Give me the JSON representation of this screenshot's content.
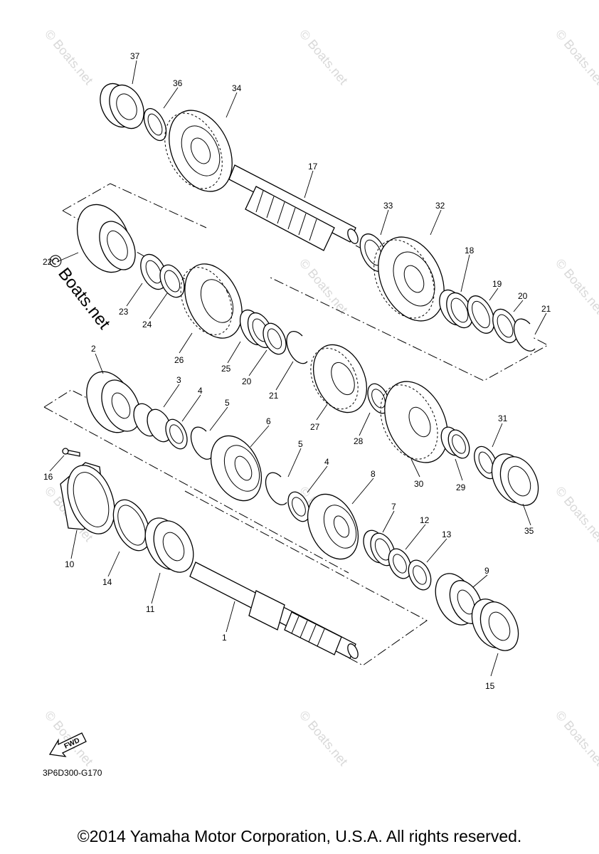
{
  "watermark": {
    "text": "© Boats.net"
  },
  "diagram_code": "3P6D300-G170",
  "fwd_label": "FWD",
  "copyright": "©2014 Yamaha Motor Corporation, U.S.A. All rights reserved.",
  "callouts": {
    "c1": "1",
    "c2": "2",
    "c3": "3",
    "c4a": "4",
    "c4b": "4",
    "c5a": "5",
    "c5b": "5",
    "c6": "6",
    "c7": "7",
    "c8": "8",
    "c9": "9",
    "c10": "10",
    "c11": "11",
    "c12": "12",
    "c13": "13",
    "c14": "14",
    "c15": "15",
    "c16": "16",
    "c17": "17",
    "c18": "18",
    "c19": "19",
    "c20a": "20",
    "c20b": "20",
    "c21a": "21",
    "c21b": "21",
    "c22": "22",
    "c23": "23",
    "c24": "24",
    "c25": "25",
    "c26": "26",
    "c27": "27",
    "c28": "28",
    "c29": "29",
    "c30": "30",
    "c31": "31",
    "c32": "32",
    "c33": "33",
    "c34": "34",
    "c35": "35",
    "c36": "36",
    "c37": "37"
  }
}
